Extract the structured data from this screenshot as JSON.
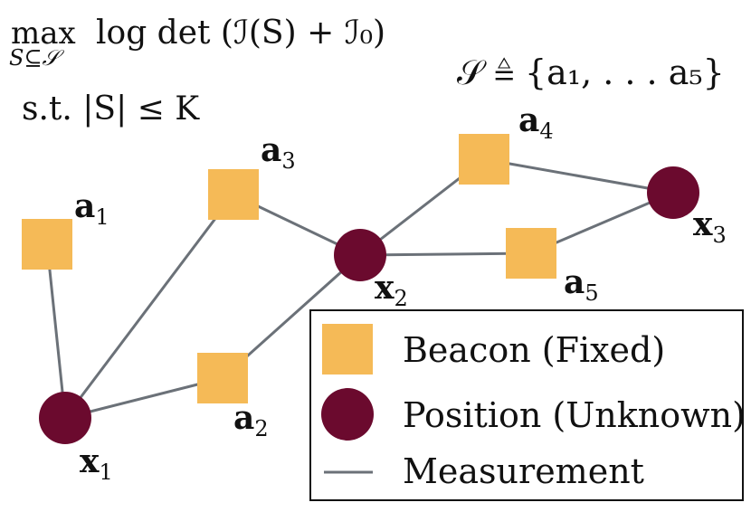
{
  "formula": {
    "max_op": "max",
    "max_sub": "S⊆𝒮",
    "objective": "log det (ℐ(S) + ℐ₀)",
    "constraint": "s.t. |S| ≤ K",
    "set_def": "𝒮 ≜ {a₁, . . . a₅}"
  },
  "nodes": {
    "a1": {
      "label": "a",
      "sub": "1"
    },
    "a2": {
      "label": "a",
      "sub": "2"
    },
    "a3": {
      "label": "a",
      "sub": "3"
    },
    "a4": {
      "label": "a",
      "sub": "4"
    },
    "a5": {
      "label": "a",
      "sub": "5"
    },
    "x1": {
      "label": "x",
      "sub": "1"
    },
    "x2": {
      "label": "x",
      "sub": "2"
    },
    "x3": {
      "label": "x",
      "sub": "3"
    }
  },
  "legend": {
    "beacon": "Beacon (Fixed)",
    "position": "Position (Unknown)",
    "measurement": "Measurement"
  },
  "colors": {
    "beacon": "#f5ba57",
    "position": "#6b0a2e",
    "measurement": "#6b7178"
  }
}
